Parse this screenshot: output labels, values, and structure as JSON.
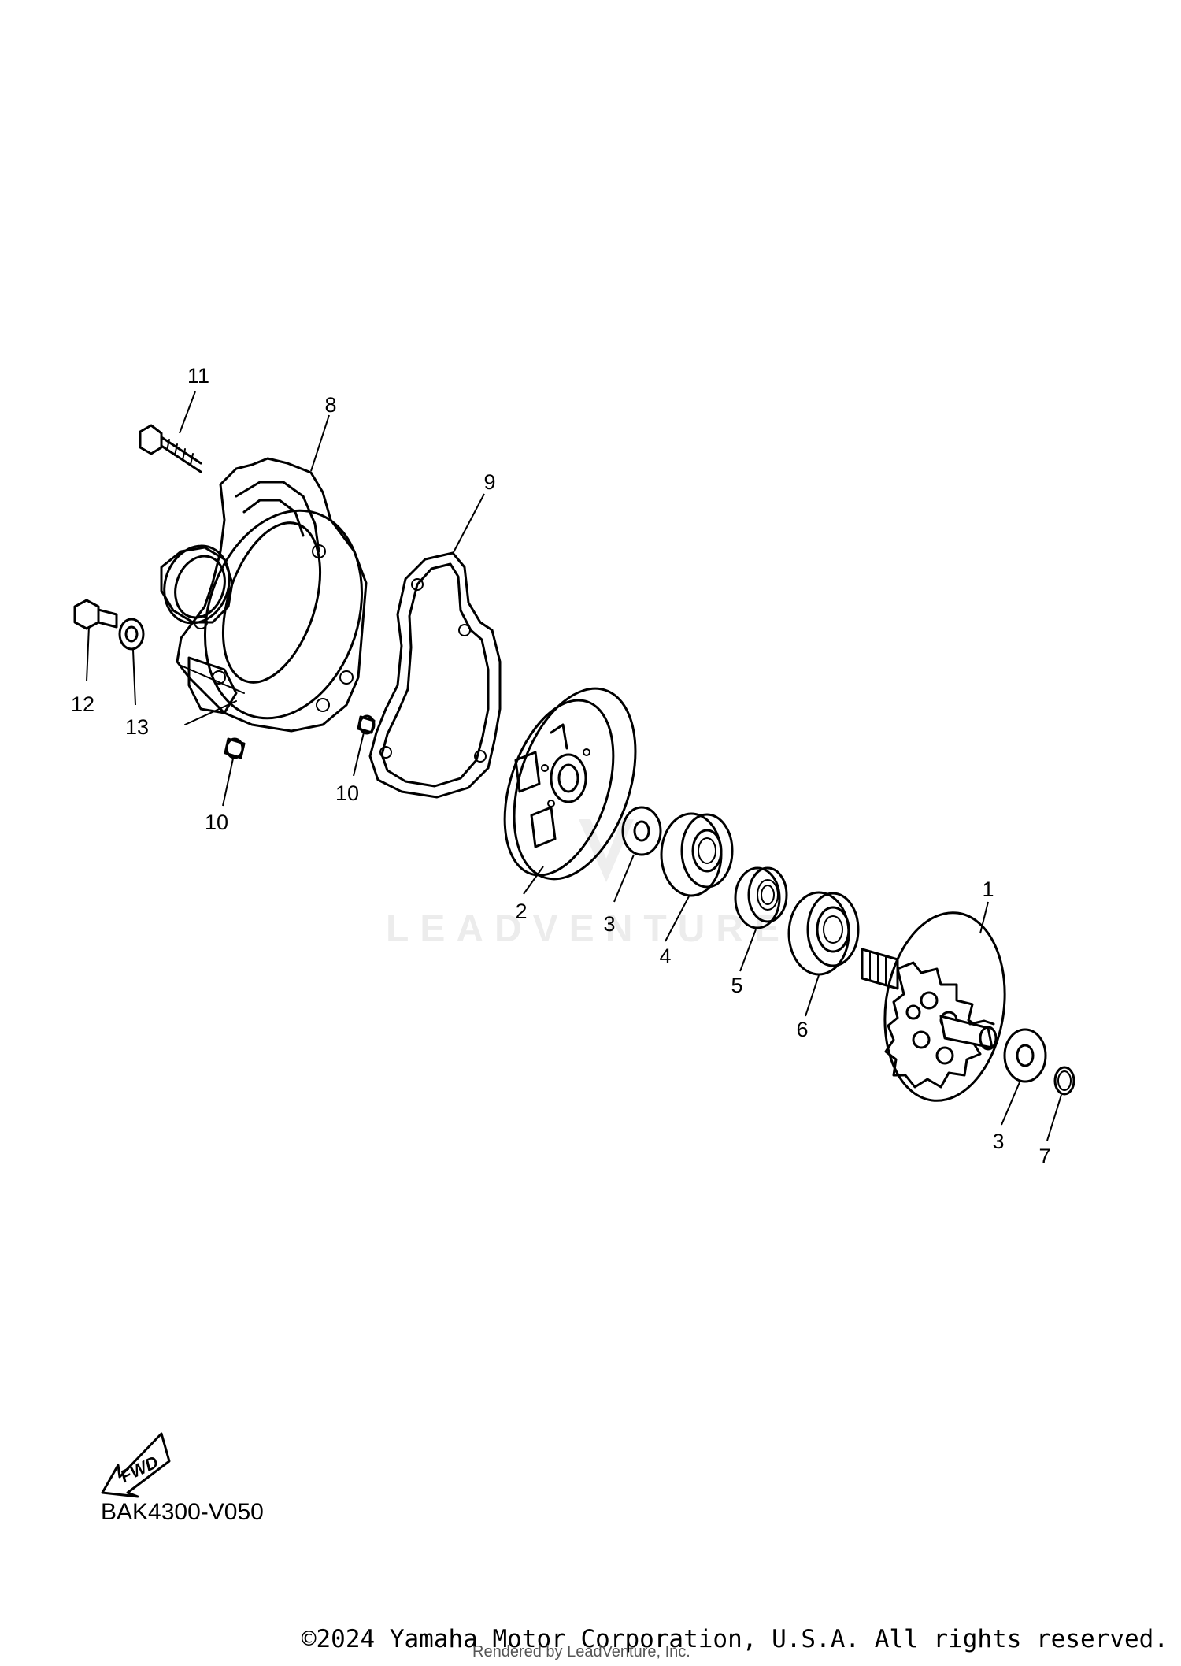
{
  "diagram": {
    "callouts": {
      "c1": "1",
      "c2": "2",
      "c3a": "3",
      "c3b": "3",
      "c4": "4",
      "c5": "5",
      "c6": "6",
      "c7": "7",
      "c8": "8",
      "c9": "9",
      "c10a": "10",
      "c10b": "10",
      "c11": "11",
      "c12": "12",
      "c13": "13"
    },
    "fwd_label": "FWD",
    "watermark": "LEADVENTURE"
  },
  "footer": {
    "diagram_code": "BAK4300-V050",
    "copyright": "©2024 Yamaha Motor Corporation, U.S.A. All rights reserved.",
    "rendered_by": "Rendered by LeadVenture, Inc."
  }
}
